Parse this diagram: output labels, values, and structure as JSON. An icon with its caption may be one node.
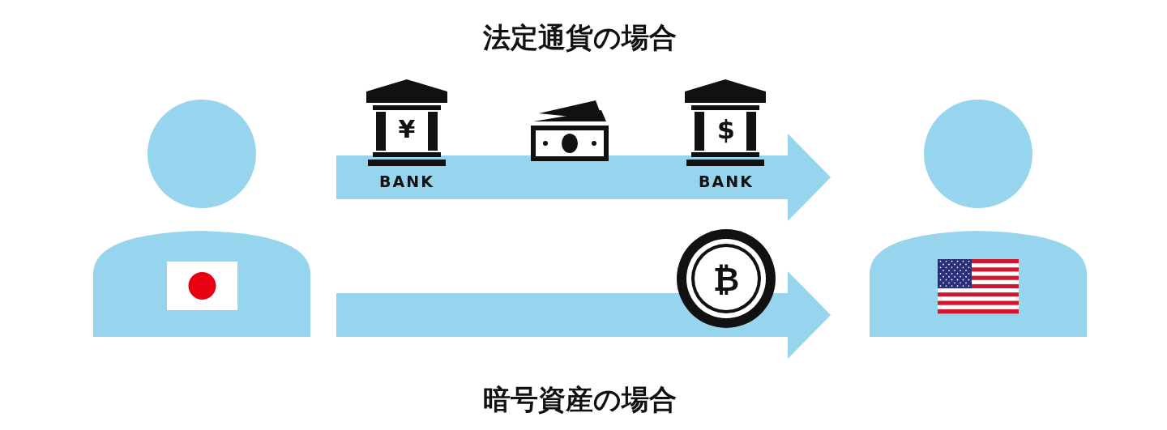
{
  "diagram": {
    "nodes": [
      {
        "text": [],
        "shape": "person"
      },
      {
        "text": [],
        "shape": "person"
      }
    ],
    "edges": [
      {
        "from": 0,
        "to": 1,
        "arrow": "to",
        "style": "thick"
      },
      {
        "from": 0,
        "to": 1,
        "arrow": "to",
        "style": "thick"
      }
    ],
    "labels": [
      "法定通貨の場合",
      "¥",
      "$",
      "BANK",
      "BANK",
      "₿",
      "暗号資産の場合"
    ]
  }
}
